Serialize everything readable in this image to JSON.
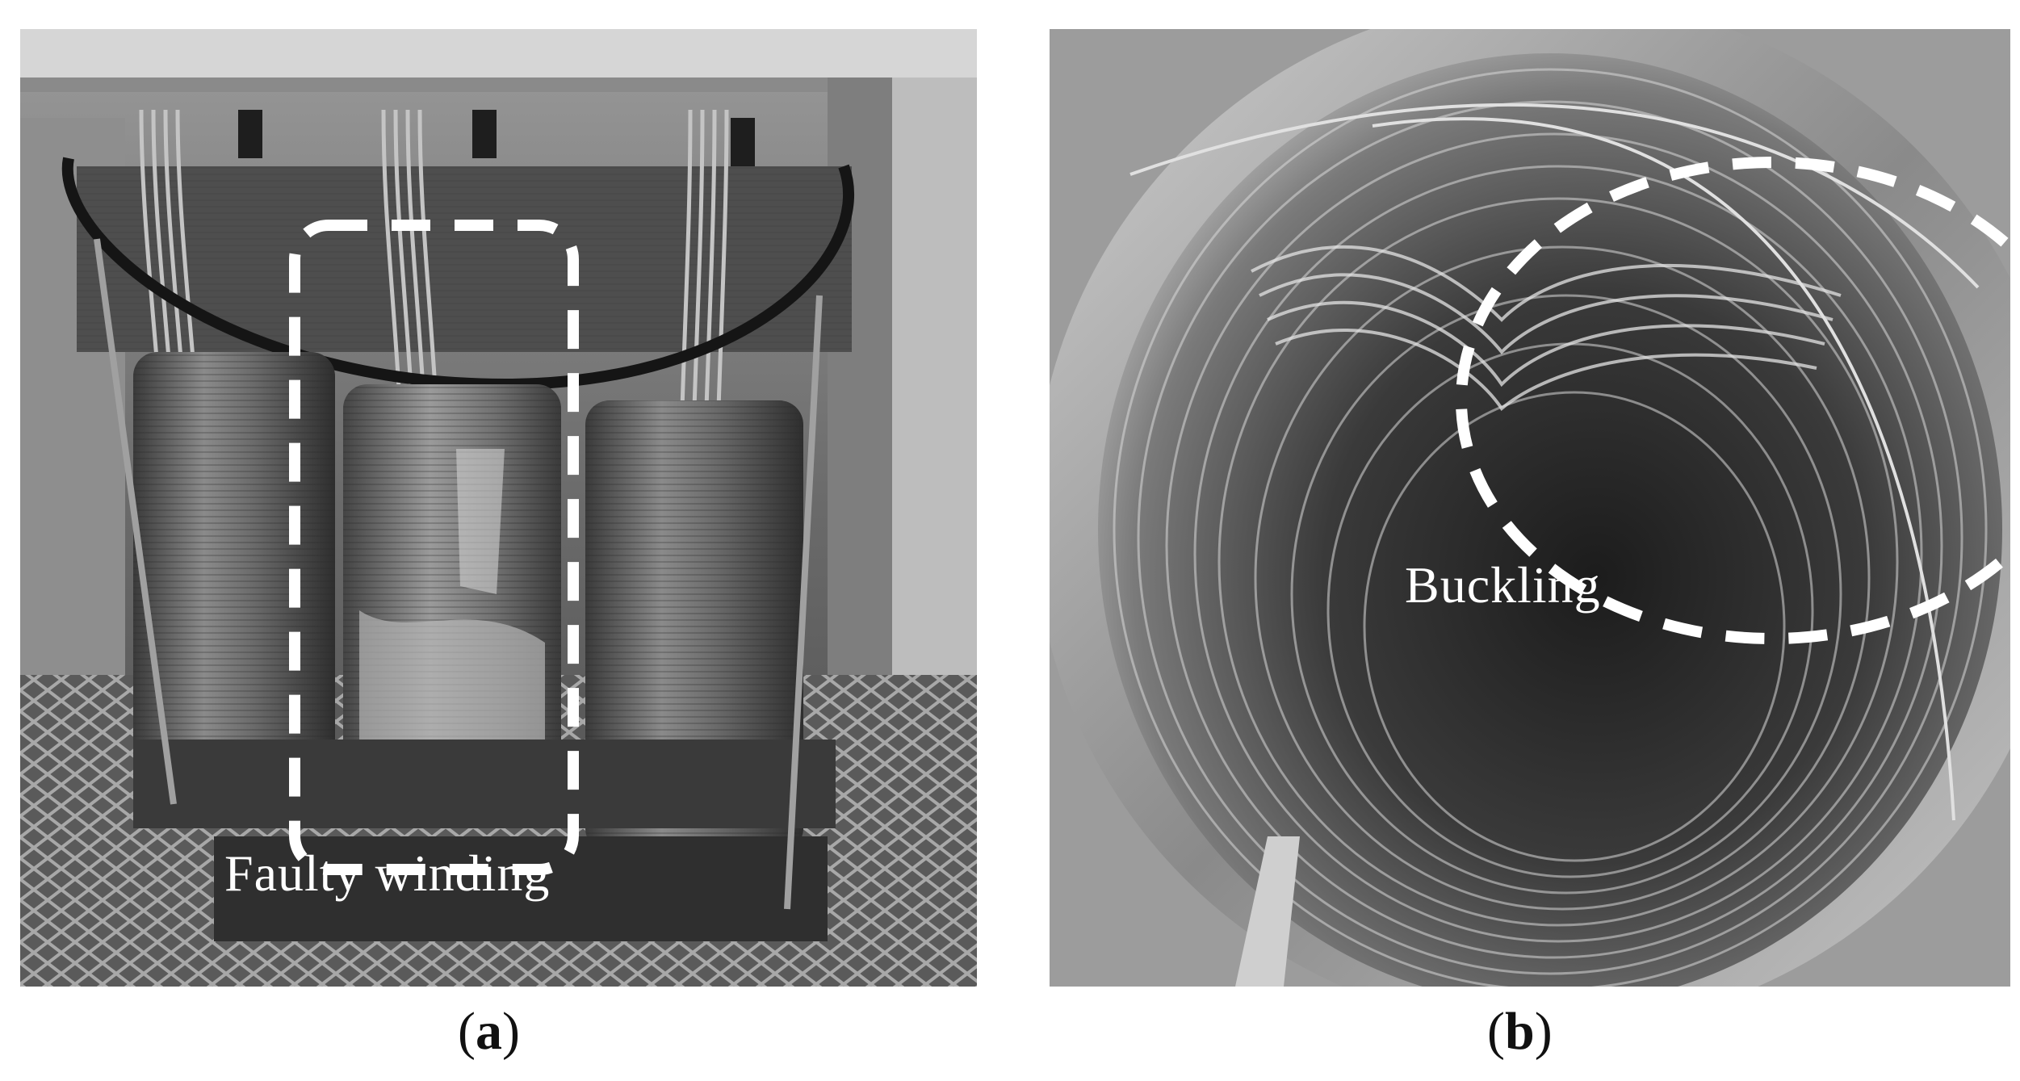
{
  "panels": [
    {
      "id": "a",
      "caption_open": "(",
      "caption_letter": "a",
      "caption_close": ")",
      "annotation": "Faulty winding",
      "annotation_shape": "dashed-rounded-rectangle",
      "subject": "three-phase transformer windings"
    },
    {
      "id": "b",
      "caption_open": "(",
      "caption_letter": "b",
      "caption_close": ")",
      "annotation": "Buckling",
      "annotation_shape": "dashed-ellipse",
      "subject": "inside of deformed winding"
    }
  ],
  "colors": {
    "annotation": "#ffffff",
    "caption": "#111111",
    "photo_dark": "#2a2a2a",
    "photo_mid": "#6e6e6e",
    "photo_light": "#b8b8b8"
  }
}
